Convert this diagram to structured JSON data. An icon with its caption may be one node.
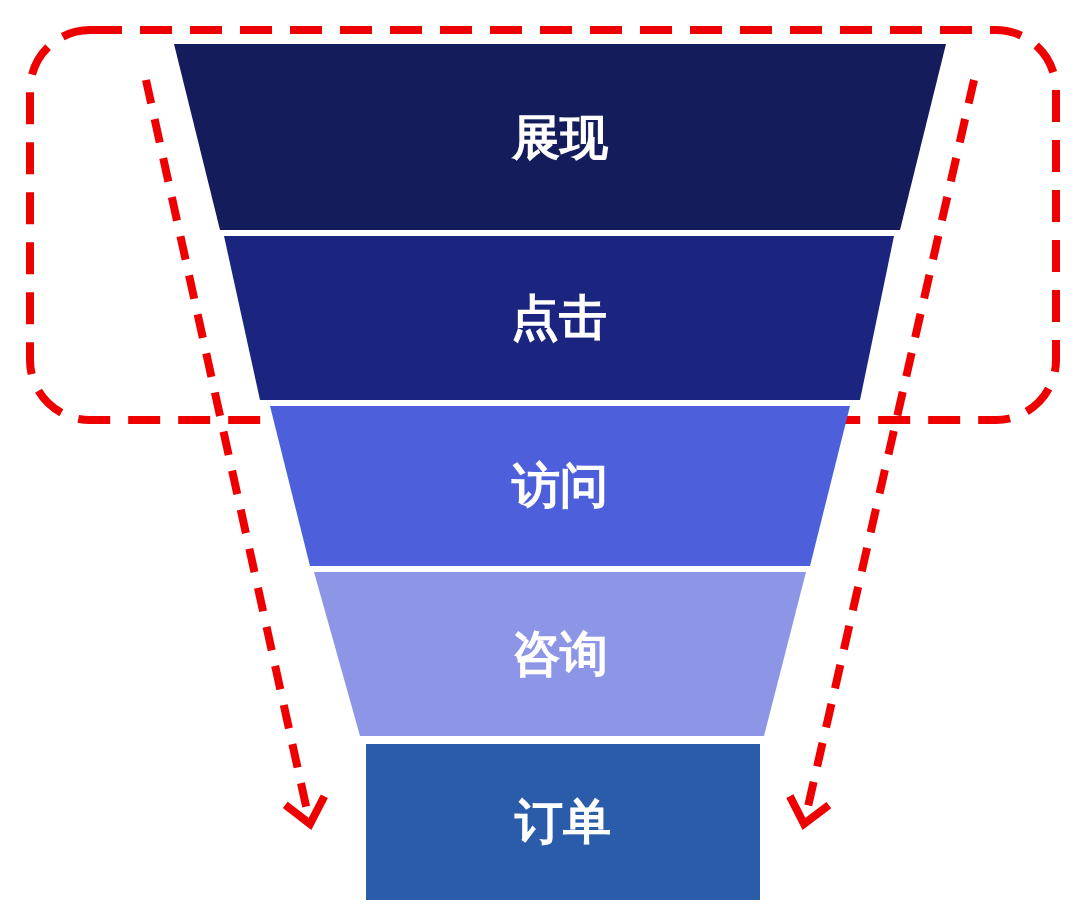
{
  "diagram": {
    "nodes": [
      {
        "text": [
          "展现"
        ]
      },
      {
        "text": [
          "点击"
        ]
      },
      {
        "text": [
          "访问"
        ]
      },
      {
        "text": [
          "咨询"
        ]
      },
      {
        "text": [
          "订单"
        ]
      }
    ]
  }
}
